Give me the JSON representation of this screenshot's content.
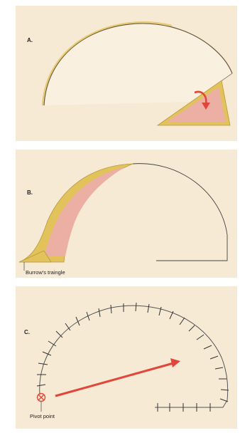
{
  "panels": [
    {
      "label": "A."
    },
    {
      "label": "B.",
      "caption": "Burrow's traingle"
    },
    {
      "label": "C.",
      "caption": "Pivot point"
    }
  ],
  "colors": {
    "panel_bg": "#f7ead4",
    "skin_edge": "#e2c25a",
    "dermis": "#ebb0a3",
    "arrow": "#e0473a",
    "suture": "#333333"
  },
  "icons": [
    "rotation-arrow",
    "pivot-point-marker"
  ]
}
